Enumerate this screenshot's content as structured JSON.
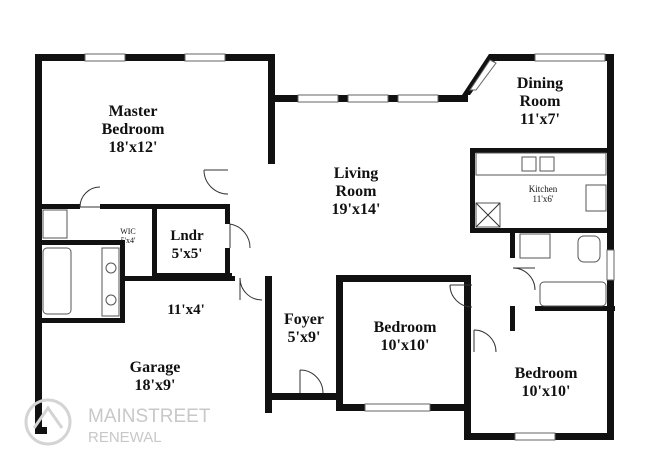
{
  "rooms": {
    "master": {
      "name1": "Master",
      "name2": "Bedroom",
      "dims": "18'x12'"
    },
    "dining": {
      "name1": "Dining",
      "name2": "Room",
      "dims": "11'x7'"
    },
    "living": {
      "name1": "Living",
      "name2": "Room",
      "dims": "19'x14'"
    },
    "kitchen": {
      "name": "Kitchen",
      "dims": "11'x6'"
    },
    "wic": {
      "name": "WIC",
      "dims": "5'x4'"
    },
    "laundry": {
      "name": "Lndr",
      "dims": "5'x5'"
    },
    "hall": {
      "dims": "11'x4'"
    },
    "foyer": {
      "name": "Foyer",
      "dims": "5'x9'"
    },
    "bedroom2": {
      "name": "Bedroom",
      "dims": "10'x10'"
    },
    "bedroom3": {
      "name": "Bedroom",
      "dims": "10'x10'"
    },
    "garage": {
      "name": "Garage",
      "dims": "18'x9'"
    }
  },
  "watermark": {
    "line1": "MAINSTREET",
    "line2": "RENEWAL"
  },
  "colors": {
    "wall": "#111111",
    "watermark": "#c8c8c8"
  }
}
